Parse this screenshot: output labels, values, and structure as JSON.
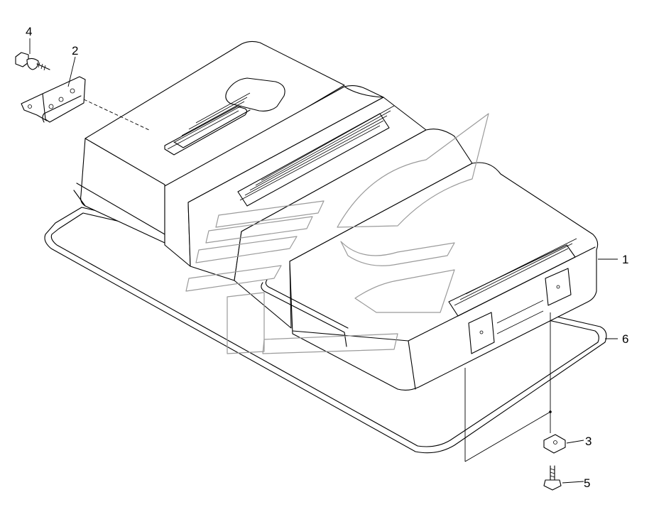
{
  "callouts": {
    "part_1": "1",
    "part_2": "2",
    "part_3": "3",
    "part_4": "4",
    "part_5": "5",
    "part_6": "6"
  },
  "colors": {
    "line": "#000000",
    "background": "#ffffff",
    "watermark": "#9a9a9a"
  }
}
